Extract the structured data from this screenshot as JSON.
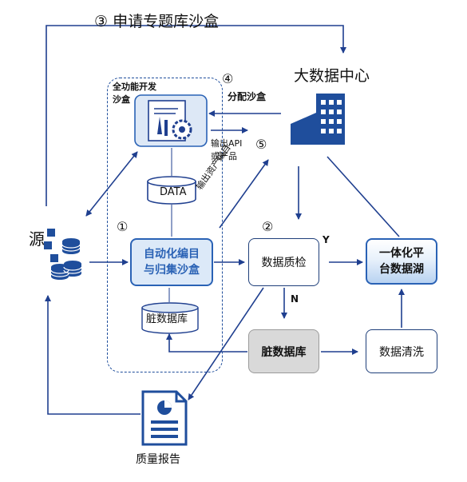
{
  "diagram": {
    "top_step": "③ 申请专题库沙盒",
    "big_data_center": "大数据中心",
    "step4_num": "④",
    "step4_label": "分配沙盒",
    "sandbox_title_line1": "全功能开发",
    "sandbox_title_line2": "沙盒",
    "data_cylinder": "DATA",
    "output_api_line1": "输出API",
    "output_api_line2": "或产品",
    "step5_num": "⑤",
    "output_assets": "输出资产编目",
    "source_label": "源",
    "step1_num": "①",
    "auto_catalog_line1": "自动化编目",
    "auto_catalog_line2": "与归集沙盒",
    "step2_num": "②",
    "quality_check": "数据质检",
    "yes_label": "Y",
    "no_label": "N",
    "lake_line1": "一体化平",
    "lake_line2": "台数据湖",
    "dirty_db_small": "脏数据库",
    "dirty_db": "脏数据库",
    "data_cleaning": "数据清洗",
    "quality_report": "质量报告"
  },
  "colors": {
    "arrow": "#1f3f8f",
    "accent": "#2a62b5",
    "building": "#1f4e9c",
    "dirty_fill": "#d9d9d9",
    "lake_gradient_end": "#b8d2f1"
  },
  "icons": [
    "building-icon",
    "document-gear-icon",
    "database-stack-icon",
    "report-icon"
  ]
}
